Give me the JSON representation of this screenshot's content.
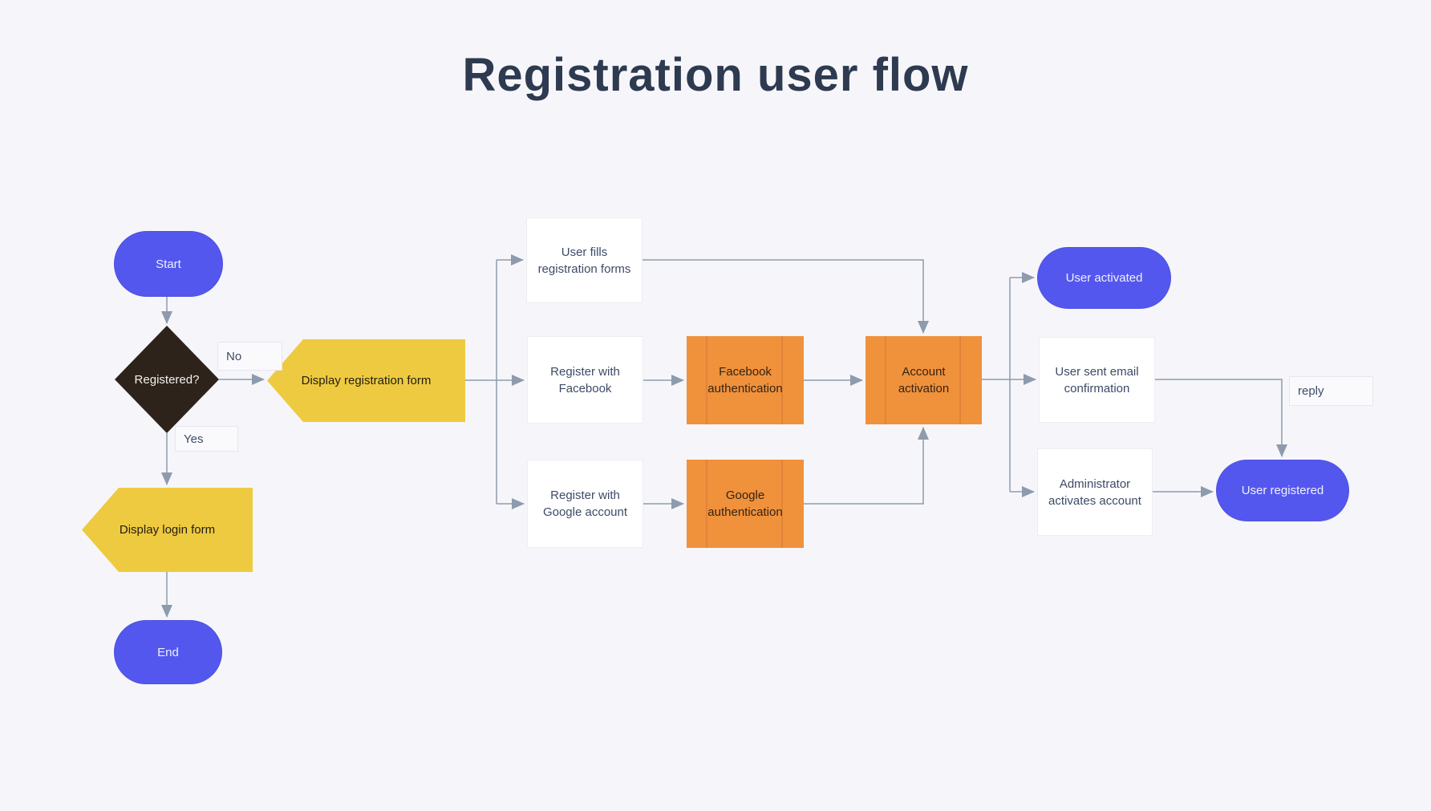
{
  "title": "Registration user flow",
  "colors": {
    "background": "#f6f6fa",
    "title_text": "#2d3a50",
    "terminator_blue": "#5457ee",
    "display_yellow": "#eeca40",
    "subprocess_orange": "#f0913c",
    "subprocess_bar": "#e28438",
    "decision_dark": "#2e231a",
    "process_white": "#ffffff",
    "connector_gray": "#8d9bad",
    "node_text": "#3c4b66"
  },
  "nodes": {
    "start": {
      "label": "Start",
      "type": "terminator"
    },
    "registered": {
      "label": "Registered?",
      "type": "decision"
    },
    "display_registration_form": {
      "label": "Display registration form",
      "type": "display"
    },
    "display_login_form": {
      "label": "Display login form",
      "type": "display"
    },
    "end": {
      "label": "End",
      "type": "terminator"
    },
    "user_fills": {
      "label": "User fills registration forms",
      "type": "process"
    },
    "register_facebook": {
      "label": "Register with Facebook",
      "type": "process"
    },
    "register_google": {
      "label": "Register with Google account",
      "type": "process"
    },
    "facebook_auth": {
      "label": "Facebook authentication",
      "type": "subprocess"
    },
    "google_auth": {
      "label": "Google authentication",
      "type": "subprocess"
    },
    "account_activation": {
      "label": "Account activation",
      "type": "subprocess"
    },
    "user_activated": {
      "label": "User activated",
      "type": "terminator"
    },
    "user_sent_email": {
      "label": "User sent email confirmation",
      "type": "process"
    },
    "admin_activates": {
      "label": "Administrator activates account",
      "type": "process"
    },
    "user_registered": {
      "label": "User registered",
      "type": "terminator"
    }
  },
  "edge_labels": {
    "no": {
      "text": "No"
    },
    "yes": {
      "text": "Yes"
    },
    "reply": {
      "text": "reply"
    }
  }
}
